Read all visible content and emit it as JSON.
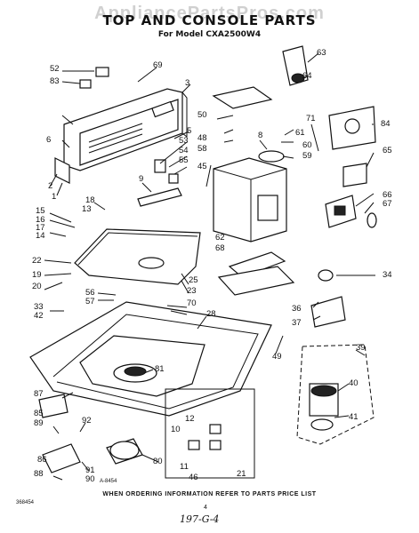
{
  "watermark": "AppliancePartsPros.com",
  "title": "TOP AND CONSOLE PARTS",
  "subtitle": "For Model CXA2500W4",
  "footer": "WHEN ORDERING INFORMATION REFER TO PARTS PRICE LIST",
  "drawing_number": "A-8454",
  "publication_number": "368454",
  "page_number": "4",
  "handwritten": "197-G-4",
  "callouts": [
    "1",
    "2",
    "3",
    "5",
    "6",
    "8",
    "9",
    "10",
    "11",
    "12",
    "13",
    "14",
    "15",
    "16",
    "17",
    "18",
    "19",
    "20",
    "21",
    "22",
    "23",
    "25",
    "28",
    "33",
    "34",
    "36",
    "37",
    "39",
    "40",
    "41",
    "42",
    "45",
    "46",
    "48",
    "49",
    "50",
    "52",
    "53",
    "54",
    "55",
    "56",
    "57",
    "58",
    "59",
    "60",
    "61",
    "62",
    "63",
    "64",
    "65",
    "66",
    "67",
    "68",
    "69",
    "70",
    "71",
    "80",
    "81",
    "83",
    "84",
    "85",
    "86",
    "87",
    "88",
    "89",
    "90",
    "91",
    "92"
  ]
}
